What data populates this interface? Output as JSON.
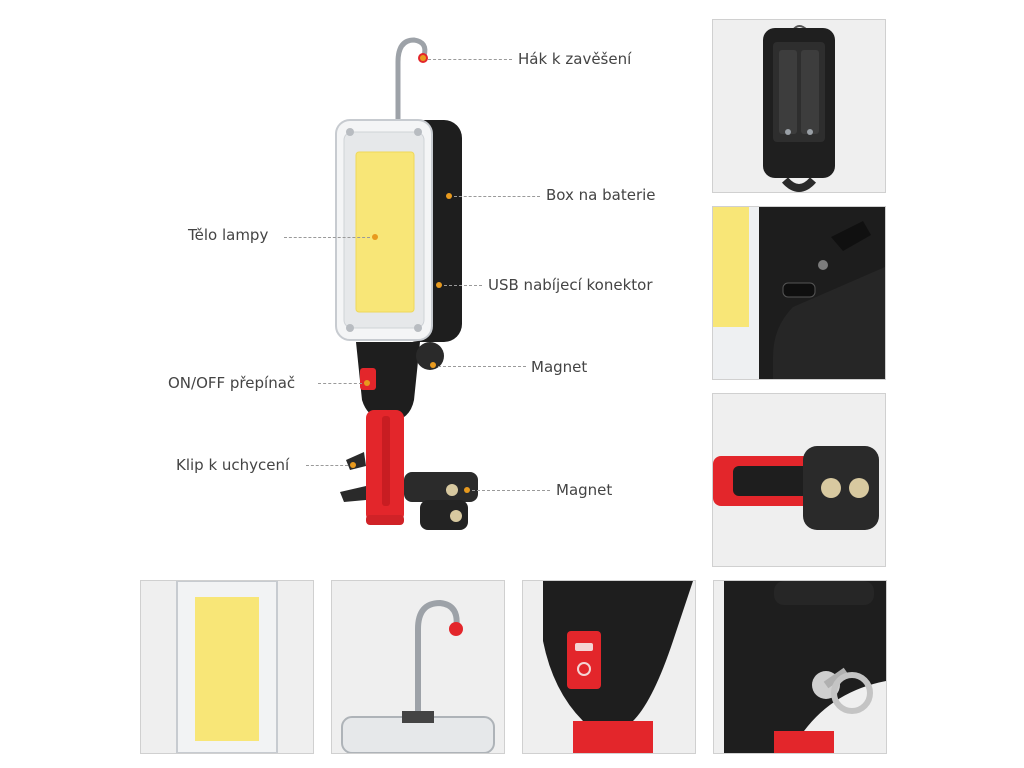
{
  "callouts": {
    "hook": "Hák k zavěšení",
    "battery_box": "Box na baterie",
    "lamp_body": "Tělo lampy",
    "usb": "USB nabíjecí konektor",
    "magnet_top": "Magnet",
    "switch": "ON/OFF přepínač",
    "clip": "Klip k uchycení",
    "magnet_bottom": "Magnet"
  },
  "colors": {
    "cob_yellow": "#f8e677",
    "body_black": "#1e1e1e",
    "handle_red": "#e3262b",
    "accent_dot": "#e89a1e",
    "thumb_bg": "#efefef"
  },
  "thumbnails": [
    {
      "name": "battery-compartment-view",
      "icon": "battery-icon"
    },
    {
      "name": "usb-port-view",
      "icon": "usb-icon"
    },
    {
      "name": "magnet-view",
      "icon": "magnet-icon"
    },
    {
      "name": "cob-panel-view",
      "icon": "lamp-icon"
    },
    {
      "name": "hook-view",
      "icon": "hook-icon"
    },
    {
      "name": "switch-view",
      "icon": "switch-icon"
    },
    {
      "name": "mount-screw-view",
      "icon": "screw-icon"
    }
  ]
}
